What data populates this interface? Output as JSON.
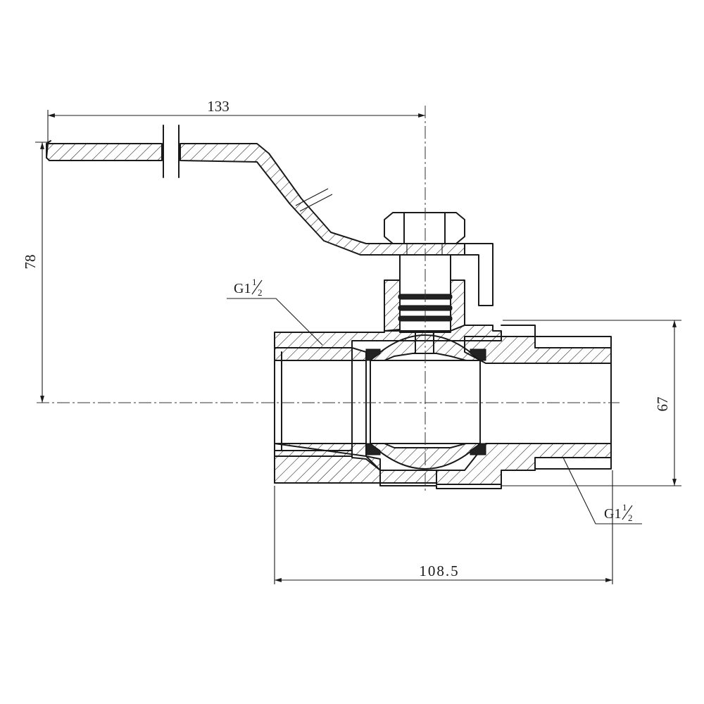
{
  "drawing": {
    "dimensions": {
      "handle_length": "133",
      "overall_height": "78",
      "body_height": "67",
      "overall_length": "108.5"
    },
    "thread_labels": {
      "inlet": {
        "main": "G1",
        "num": "1",
        "den": "2"
      },
      "outlet": {
        "main": "G1",
        "num": "1",
        "den": "2"
      }
    }
  }
}
